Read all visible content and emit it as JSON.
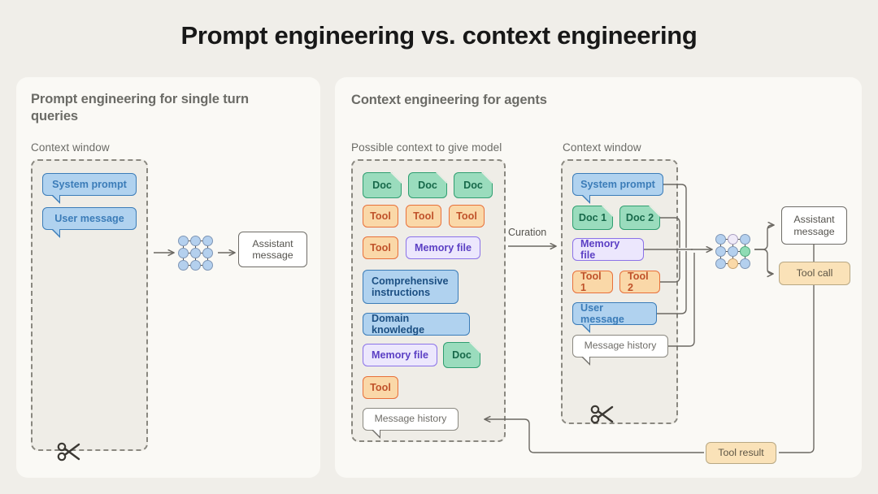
{
  "title": "Prompt engineering vs. context engineering",
  "colors": {
    "page_bg": "#f0eee9",
    "panel_bg": "#faf9f5",
    "dashed_box_bg": "#efede7",
    "blue": "#b0d2ef",
    "blue_border": "#3b7cb8",
    "green": "#9adcbd",
    "green_border": "#2f9e70",
    "orange": "#fad8a8",
    "orange_border": "#e8703a",
    "purple": "#ece7fd",
    "purple_border": "#8b72e8",
    "neutral_border": "#6f6d68",
    "tool_fill": "#fae2b8"
  },
  "left_panel": {
    "heading": "Prompt engineering\nfor single turn queries",
    "context_window_label": "Context window",
    "items": [
      {
        "label": "System prompt",
        "type": "bubble-blue"
      },
      {
        "label": "User message",
        "type": "bubble-blue"
      }
    ],
    "output": {
      "label": "Assistant\nmessage"
    },
    "scissors_icon": "scissors-icon",
    "model_icon": "neural-network-icon"
  },
  "right_panel": {
    "heading": "Context engineering for agents",
    "possible_context_label": "Possible context to give model",
    "context_window_label": "Context window",
    "curation_label": "Curation",
    "possible_context_items": [
      {
        "label": "Doc",
        "type": "doc"
      },
      {
        "label": "Doc",
        "type": "doc"
      },
      {
        "label": "Doc",
        "type": "doc"
      },
      {
        "label": "Tool",
        "type": "tool"
      },
      {
        "label": "Tool",
        "type": "tool"
      },
      {
        "label": "Tool",
        "type": "tool"
      },
      {
        "label": "Tool",
        "type": "tool"
      },
      {
        "label": "Memory file",
        "type": "memory"
      },
      {
        "label": "Comprehensive\ninstructions",
        "type": "instruction"
      },
      {
        "label": "Domain knowledge",
        "type": "instruction"
      },
      {
        "label": "Memory file",
        "type": "memory"
      },
      {
        "label": "Doc",
        "type": "doc"
      },
      {
        "label": "Tool",
        "type": "tool"
      },
      {
        "label": "Message history",
        "type": "bubble-white"
      }
    ],
    "context_window_items": [
      {
        "label": "System prompt",
        "type": "bubble-blue"
      },
      {
        "label": "Doc 1",
        "type": "doc"
      },
      {
        "label": "Doc 2",
        "type": "doc"
      },
      {
        "label": "Memory file",
        "type": "memory"
      },
      {
        "label": "Tool 1",
        "type": "tool"
      },
      {
        "label": "Tool 2",
        "type": "tool"
      },
      {
        "label": "User message",
        "type": "bubble-blue"
      },
      {
        "label": "Message history",
        "type": "bubble-white"
      }
    ],
    "outputs": [
      {
        "label": "Assistant\nmessage",
        "type": "plain"
      },
      {
        "label": "Tool call",
        "type": "tool-fill"
      }
    ],
    "tool_result": {
      "label": "Tool result"
    },
    "scissors_icon": "scissors-icon",
    "model_icon": "neural-network-icon"
  }
}
